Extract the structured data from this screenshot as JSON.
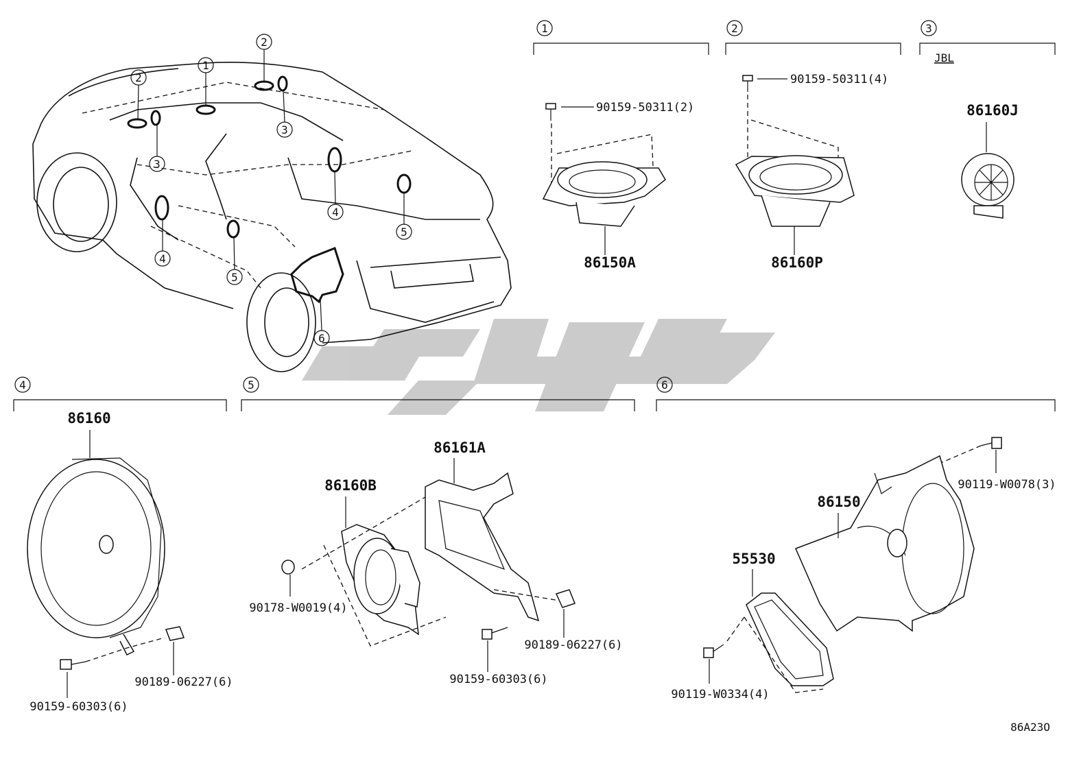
{
  "diagram": {
    "callouts": [
      "1",
      "2",
      "3",
      "4",
      "5",
      "6"
    ],
    "brand_label": "JBL",
    "parts": {
      "p86150A": "86150A",
      "p86160P": "86160P",
      "p86160J": "86160J",
      "p86160": "86160",
      "p86160B": "86160B",
      "p86161A": "86161A",
      "p86150": "86150",
      "p55530": "55530"
    },
    "fasteners": {
      "s1_screw": "90159-50311(2)",
      "s2_screw": "90159-50311(4)",
      "s4_screw": "90159-60303(6)",
      "s4_clip": "90189-06227(6)",
      "s5_nut": "90178-W0019(4)",
      "s5_clip": "90189-06227(6)",
      "s5_screw": "90159-60303(6)",
      "s6_bolt_top": "90119-W0078(3)",
      "s6_bolt_bottom": "90119-W0334(4)"
    },
    "figure_code": "86A23O",
    "colors": {
      "line": "#111111",
      "watermark": "#c9c9c9",
      "background": "#ffffff"
    }
  }
}
